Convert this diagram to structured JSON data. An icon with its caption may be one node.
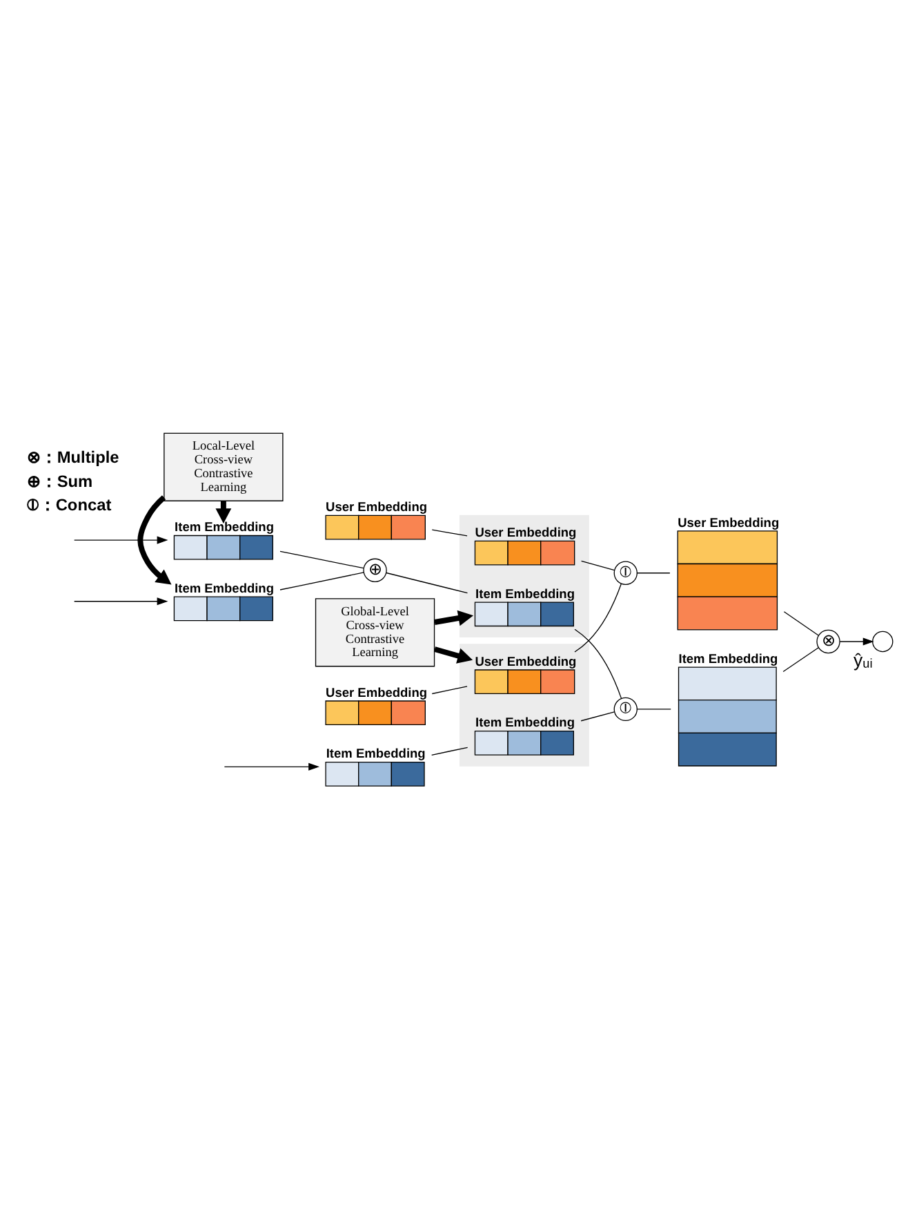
{
  "diagram": {
    "nodes": [
      {
        "text": [],
        "shape": "bar",
        "beside": [
          "User Embedding"
        ]
      },
      {
        "text": [],
        "shape": "box"
      },
      {
        "text": [],
        "shape": "bar",
        "beside": [
          "User Embedding"
        ],
        "in": 1
      },
      {
        "text": [],
        "shape": "bar",
        "beside": [
          "Item Embedding"
        ]
      },
      {
        "text": [
          "Local-Level Cross-view Contrastive Learning"
        ]
      },
      {
        "text": [
          "⊕"
        ]
      },
      {
        "text": [],
        "shape": "bar",
        "beside": [
          "Item Embedding"
        ],
        "in": 1
      },
      {
        "text": [],
        "shape": "bar",
        "beside": [
          "User Embedding"
        ]
      },
      {
        "text": [],
        "shape": "bar",
        "beside": [
          "Item Embedding"
        ]
      },
      {
        "text": [
          "⦶"
        ]
      },
      {
        "text": [
          "Global-Level Cross-view Contrastive Learning"
        ]
      },
      {
        "text": [
          "⊗"
        ]
      },
      {
        "text": [],
        "shape": "circle",
        "beside": [
          "ŷᵤᵢ"
        ]
      },
      {
        "text": [
          "⦶"
        ]
      },
      {
        "text": [],
        "shape": "bar",
        "beside": [
          "Item Embedding"
        ]
      },
      {
        "text": [],
        "shape": "box"
      },
      {
        "text": [],
        "shape": "bar",
        "beside": [
          "User Embedding"
        ],
        "in": 15
      },
      {
        "text": [],
        "shape": "bar",
        "beside": [
          "User Embedding"
        ]
      },
      {
        "text": [],
        "shape": "bar",
        "beside": [
          "Item Embedding"
        ]
      },
      {
        "text": [],
        "shape": "bar",
        "beside": [
          "Item Embedding"
        ],
        "in": 15
      }
    ],
    "edges": [
      {
        "from": 0,
        "to": 2,
        "arrow": "none"
      },
      {
        "from": 2,
        "to": 9,
        "arrow": "none"
      },
      {
        "from": 6,
        "to": 13,
        "arrow": "none"
      },
      {
        "from": 16,
        "to": 9,
        "arrow": "none"
      },
      {
        "from": 19,
        "to": 13,
        "arrow": "none"
      },
      {
        "from": 9,
        "to": 7,
        "arrow": "none"
      },
      {
        "from": 13,
        "to": 14,
        "arrow": "none"
      },
      {
        "from": 3,
        "to": 5,
        "arrow": "none"
      },
      {
        "from": 8,
        "to": 5,
        "arrow": "none"
      },
      {
        "from": 5,
        "to": 6,
        "arrow": "none"
      },
      {
        "from": 4,
        "to": 3,
        "arrow": "to",
        "style": "thick"
      },
      {
        "from": 4,
        "to": 8,
        "arrow": "to",
        "style": "thick"
      },
      {
        "from": 10,
        "to": 6,
        "arrow": "to",
        "style": "thick"
      },
      {
        "from": 10,
        "to": 16,
        "arrow": "to",
        "style": "thick"
      },
      {
        "from": 7,
        "to": 11,
        "arrow": "none"
      },
      {
        "from": 14,
        "to": 11,
        "arrow": "none"
      },
      {
        "from": 11,
        "to": 12,
        "arrow": "to"
      },
      {
        "from": null,
        "to": 3,
        "arrow": "to"
      },
      {
        "from": null,
        "to": 8,
        "arrow": "to"
      },
      {
        "from": null,
        "to": 18,
        "arrow": "to"
      },
      {
        "from": 17,
        "to": 16,
        "arrow": "none"
      },
      {
        "from": 18,
        "to": 19,
        "arrow": "none"
      }
    ],
    "legend": [
      {
        "text": "⊗：Multiple"
      },
      {
        "text": "⊕：Sum"
      },
      {
        "text": "⦶：Concat"
      }
    ]
  }
}
